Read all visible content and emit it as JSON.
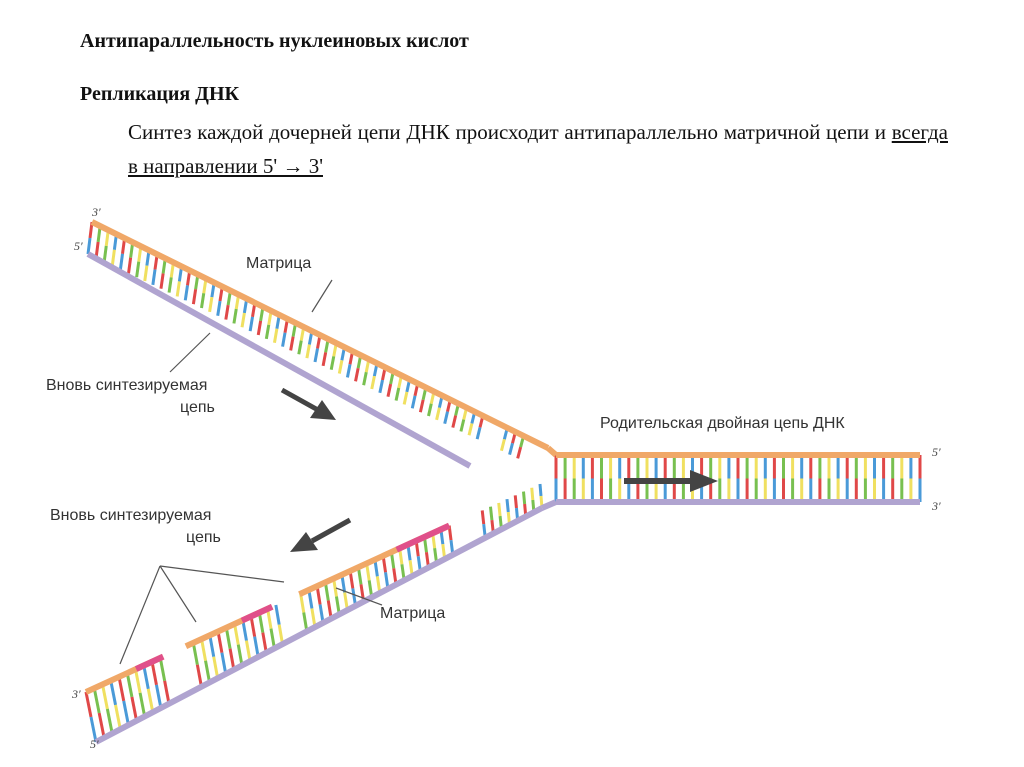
{
  "title": "Антипараллельность нуклеиновых кислот",
  "subtitle": "Репликация ДНК",
  "paragraph": {
    "text_before": "Синтез каждой дочерней цепи ДНК происходит антипараллельно матричной цепи и ",
    "underlined": "всегда в направлении 5' → 3'"
  },
  "diagram": {
    "labels": {
      "template_top": "Матрица",
      "new_strand_top_line1": "Вновь синтезируемая",
      "new_strand_top_line2": "цепь",
      "parent": "Родительская двойная цепь ДНК",
      "new_strand_bottom_line1": "Вновь синтезируемая",
      "new_strand_bottom_line2": "цепь",
      "template_bottom": "Матрица"
    },
    "ends": {
      "upper_outer": "3′",
      "upper_inner": "5′",
      "parent_top": "5′",
      "parent_bottom": "3′",
      "lower_inner": "3′",
      "lower_outer": "5′"
    },
    "colors": {
      "template_strand": "#f0a868",
      "new_strand": "#b0a4d0",
      "okazaki": "#e0508a",
      "base_red": "#e04848",
      "base_blue": "#4a9ad8",
      "base_yellow": "#f0e060",
      "base_green": "#78c050",
      "arrow": "#444444"
    }
  }
}
